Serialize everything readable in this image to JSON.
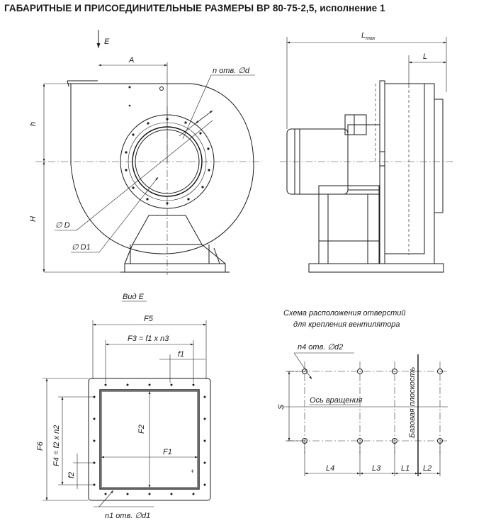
{
  "title": "ГАБАРИТНЫЕ И ПРИСОЕДИНИТЕЛЬНЫЕ РАЗМЕРЫ ВР 80-75-2,5, исполнение 1",
  "front_view": {
    "view_arrow": "E",
    "dim_A": "A",
    "dim_h": "h",
    "dim_H": "H",
    "holes": "n отв. ∅d",
    "dia_D": "∅ D",
    "dia_D1": "∅ D1"
  },
  "side_view": {
    "dim_Lmax_main": "L",
    "dim_Lmax_sub": "max",
    "dim_L": "L"
  },
  "flange_view": {
    "caption": "Вид Е",
    "dim_F5": "F5",
    "dim_F3": "F3 = f1 x n3",
    "dim_f1": "f1",
    "dim_F4": "F4 = f2 x n2",
    "dim_F6": "F6",
    "dim_F2": "F2",
    "dim_F1": "F1",
    "dim_f2": "f2",
    "holes": "n1 отв. ∅d1"
  },
  "mount_scheme": {
    "caption_line1": "Схема расположения отверстий",
    "caption_line2": "для крепления вентилятора",
    "holes": "n4 отв. ∅d2",
    "axis_label": "Ось вращения",
    "base_plane": "Базовая плоскость",
    "dim_S": "S",
    "dim_L4": "L4",
    "dim_L3": "L3",
    "dim_L1": "L1",
    "dim_L2": "L2"
  }
}
